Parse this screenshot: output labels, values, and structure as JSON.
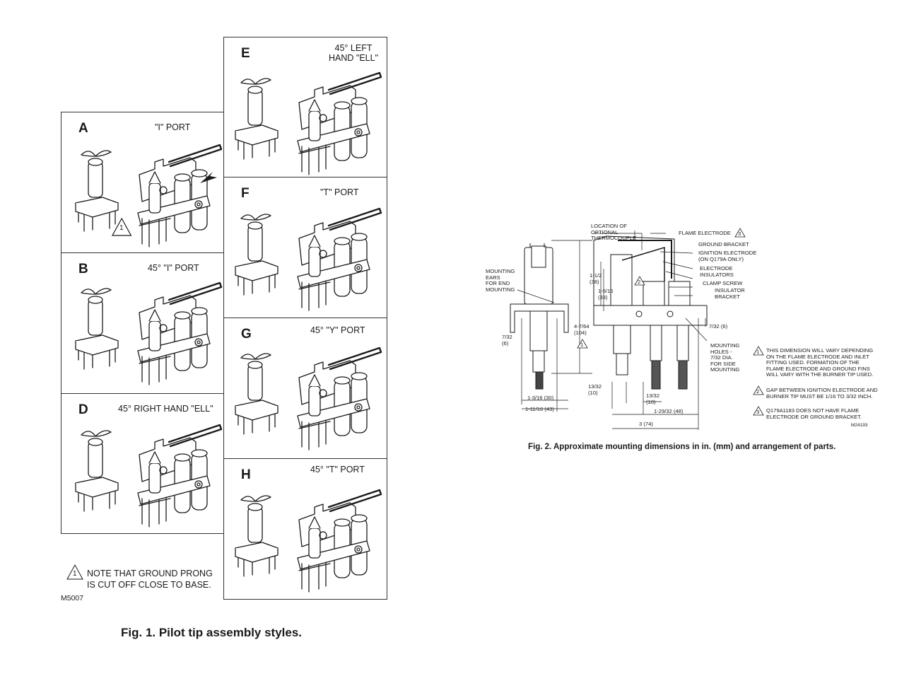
{
  "fig1": {
    "panels": [
      {
        "id": "A",
        "letter": "A",
        "title": "\"I\" PORT"
      },
      {
        "id": "B",
        "letter": "B",
        "title": "45° \"I\" PORT"
      },
      {
        "id": "D",
        "letter": "D",
        "title": "45° RIGHT HAND \"ELL\""
      },
      {
        "id": "E",
        "letter": "E",
        "title_line1": "45° LEFT",
        "title_line2": "HAND \"ELL\""
      },
      {
        "id": "F",
        "letter": "F",
        "title": "\"T\" PORT"
      },
      {
        "id": "G",
        "letter": "G",
        "title": "45° \"Y\" PORT"
      },
      {
        "id": "H",
        "letter": "H",
        "title": "45° \"T\" PORT"
      }
    ],
    "callout_in_a": "1",
    "note_number": "1",
    "note_line1": "NOTE THAT GROUND PRONG",
    "note_line2": "IS CUT OFF CLOSE TO BASE.",
    "drawing_id": "M5007",
    "caption": "Fig. 1. Pilot tip assembly styles."
  },
  "fig2": {
    "labels": {
      "location_1": "LOCATION OF",
      "location_2": "OPTIONAL",
      "location_3": "THERMOCOUPLE",
      "flame_electrode": "FLAME ELECTRODE",
      "ground_bracket": "GROUND BRACKET",
      "ignition_1": "IGNITION ELECTRODE",
      "ignition_2": "(ON Q179A ONLY)",
      "insulators_1": "ELECTRODE",
      "insulators_2": "INSULATORS",
      "clamp_screw": "CLAMP SCREW",
      "ins_bracket_1": "INSULATOR",
      "ins_bracket_2": "BRACKET",
      "ears_1": "MOUNTING",
      "ears_2": "EARS",
      "ears_3": "FOR END",
      "ears_4": "MOUNTING",
      "holes_1": "MOUNTING",
      "holes_2": "HOLES -",
      "holes_3": "7/32 DIA.",
      "holes_4": "FOR SIDE",
      "holes_5": "MOUNTING"
    },
    "dims": {
      "d1": "1-1/2",
      "d1mm": "(38)",
      "d2": "1-5/16",
      "d2mm": "(33)",
      "d3": "4-7/64",
      "d3mm": "(104)",
      "d4": "7/32",
      "d4mm": "(6)",
      "d5": "7/32 (6)",
      "d6": "13/32",
      "d6mm": "(10)",
      "d7": "13/32",
      "d7mm": "(10)",
      "d8": "1-3/16 (30)",
      "d9": "1-11/16 (43)",
      "d10": "1-29/32 (48)",
      "d11": "3 (74)"
    },
    "callouts": {
      "one": "1",
      "two": "2",
      "three": "3"
    },
    "notes": {
      "n1_l1": "THIS DIMENSION WILL VARY DEPENDING",
      "n1_l2": "ON THE FLAME ELECTRODE AND INLET",
      "n1_l3": "FITTING USED.  FORMATION OF THE",
      "n1_l4": "FLAME ELECTRODE AND GROUND FINS",
      "n1_l5": "WILL VARY WITH THE BURNER TIP USED.",
      "n2_l1": "GAP BETWEEN IGNITION ELECTRODE AND",
      "n2_l2": "BURNER TIP MUST BE 1/16 TO 3/32 INCH.",
      "n3_l1": "Q179A1183 DOES NOT HAVE FLAME",
      "n3_l2": "ELECTRODE OR GROUND BRACKET."
    },
    "drawing_id": "M24193",
    "caption": "Fig. 2. Approximate mounting dimensions in in. (mm) and arrangement of parts."
  }
}
